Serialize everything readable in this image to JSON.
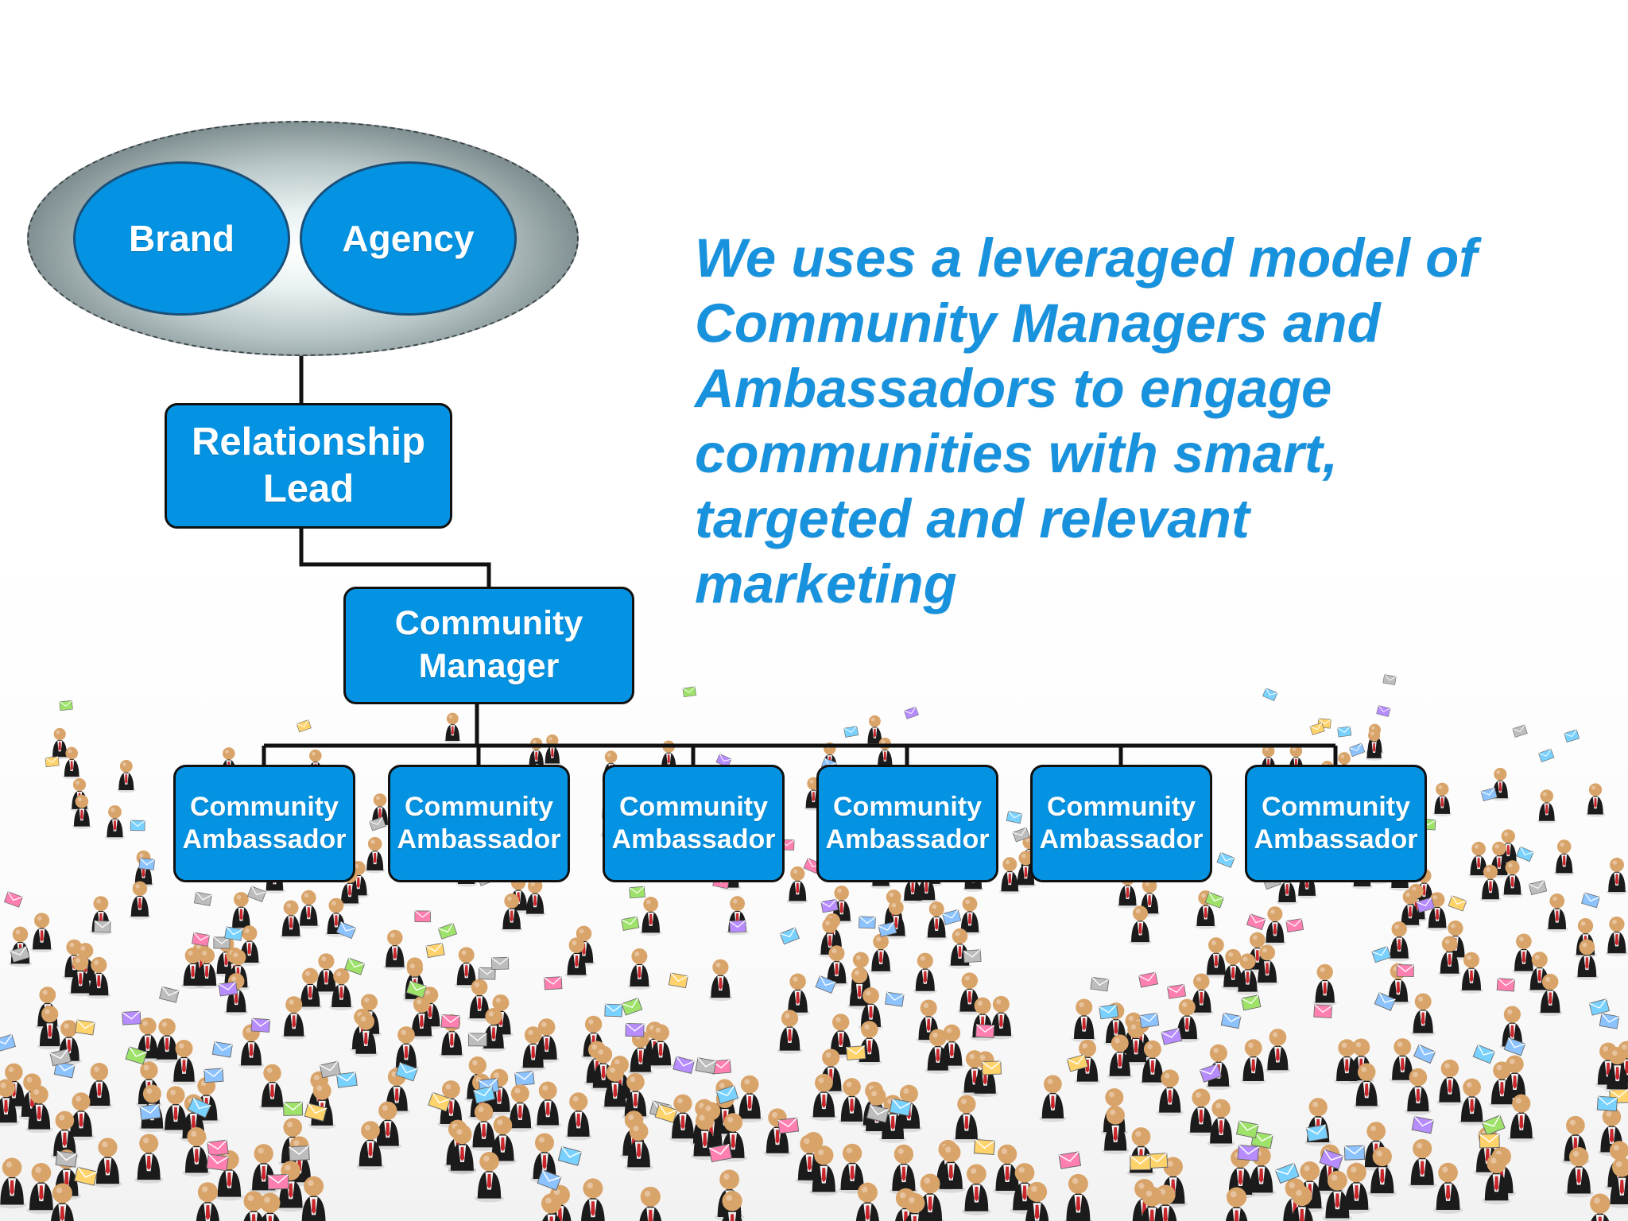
{
  "colors": {
    "box_fill": "#0493e3",
    "box_border": "#111111",
    "box_text": "#ffffff",
    "statement_text": "#1992dd",
    "connector": "#111111"
  },
  "top_group": {
    "brand_label": "Brand",
    "agency_label": "Agency"
  },
  "relationship_lead": {
    "line1": "Relationship",
    "line2": "Lead"
  },
  "community_manager": {
    "line1": "Community",
    "line2": "Manager"
  },
  "ambassadors": [
    {
      "line1": "Community",
      "line2": "Ambassador"
    },
    {
      "line1": "Community",
      "line2": "Ambassador"
    },
    {
      "line1": "Community",
      "line2": "Ambassador"
    },
    {
      "line1": "Community",
      "line2": "Ambassador"
    },
    {
      "line1": "Community",
      "line2": "Ambassador"
    },
    {
      "line1": "Community",
      "line2": "Ambassador"
    }
  ],
  "statement": {
    "line1": "We uses a leveraged model of",
    "line2": "Community Managers and",
    "line3": "Ambassadors to engage",
    "line4": "communities with smart,",
    "line5": "targeted and relevant",
    "line6": "marketing"
  },
  "background": {
    "illustration": "crowd-of-figures-with-envelopes"
  }
}
